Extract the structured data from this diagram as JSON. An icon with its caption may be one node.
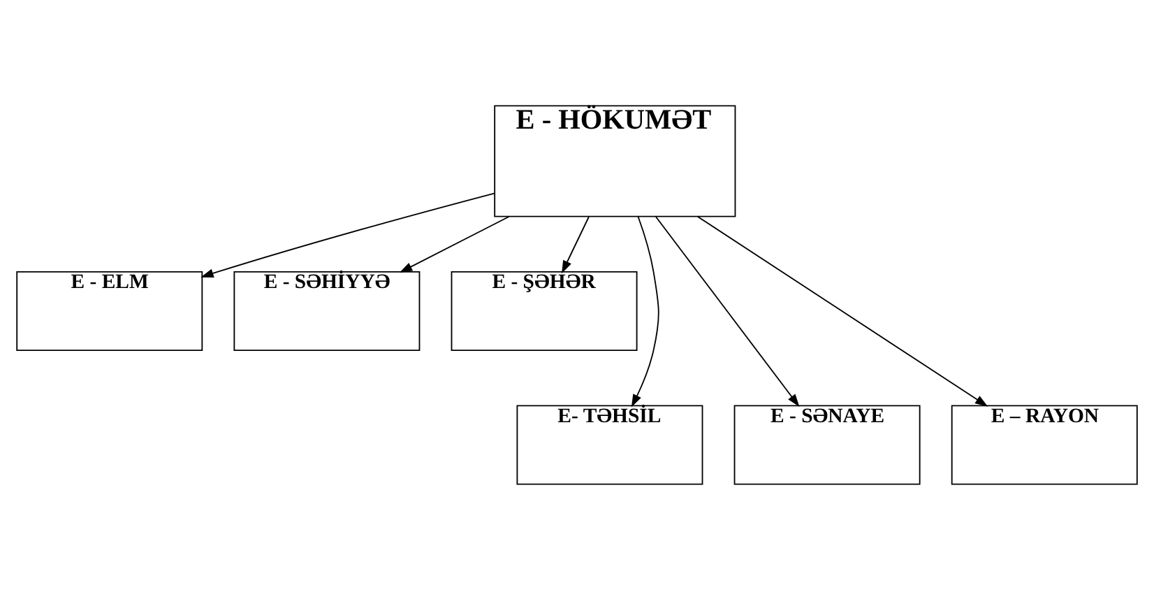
{
  "diagram": {
    "nodes": [
      {
        "text": [
          "E - HÖKUMƏT"
        ]
      },
      {
        "text": [
          "E - ELM"
        ]
      },
      {
        "text": [
          "E - SƏHİYYƏ"
        ]
      },
      {
        "text": [
          "E - ŞƏHƏR"
        ]
      },
      {
        "text": [
          "E- TƏHSİL"
        ]
      },
      {
        "text": [
          "E - SƏNAYE"
        ]
      },
      {
        "text": [
          "E – RAYON"
        ]
      }
    ],
    "edges": [
      {
        "from": 0,
        "to": 1,
        "arrow": "to"
      },
      {
        "from": 0,
        "to": 4,
        "arrow": "to"
      },
      {
        "from": 0,
        "to": 2,
        "arrow": "to"
      },
      {
        "from": 0,
        "to": 5,
        "arrow": "to"
      },
      {
        "from": 0,
        "to": 6,
        "arrow": "to"
      },
      {
        "from": 0,
        "to": 3,
        "arrow": "to"
      }
    ]
  }
}
